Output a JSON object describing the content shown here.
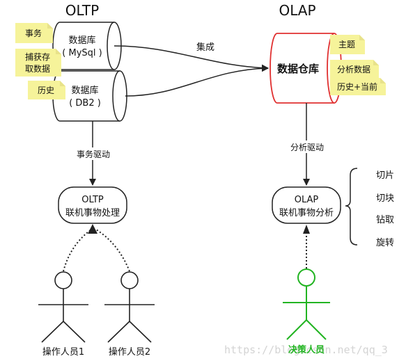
{
  "titles": {
    "left": "OLTP",
    "right": "OLAP"
  },
  "left_db1": {
    "line1": "数据库",
    "line2": "( MySql )"
  },
  "left_db2": {
    "line1": "数据库",
    "line2": "( DB2 )"
  },
  "notes_left": [
    "事务",
    "捕获存",
    "取数据",
    "历史"
  ],
  "notes_right": [
    "主题",
    "分析数据",
    "历史+当前"
  ],
  "edge_integrate": "集成",
  "warehouse": "数据仓库",
  "edge_txn_drive": "事务驱动",
  "edge_analysis_drive": "分析驱动",
  "oltp_box": {
    "line1": "OLTP",
    "line2": "联机事物处理"
  },
  "olap_box": {
    "line1": "OLAP",
    "line2": "联机事物分析"
  },
  "ops": [
    "切片",
    "切块",
    "钻取",
    "旋转"
  ],
  "actors": {
    "op1": "操作人员1",
    "op2": "操作人员2",
    "decision": "决策人员"
  },
  "watermark": "https://blog.csdn.net/qq_3",
  "colors": {
    "warehouse_border": "#e03030",
    "decision_actor": "#22b422",
    "note": "#f6f39a"
  }
}
